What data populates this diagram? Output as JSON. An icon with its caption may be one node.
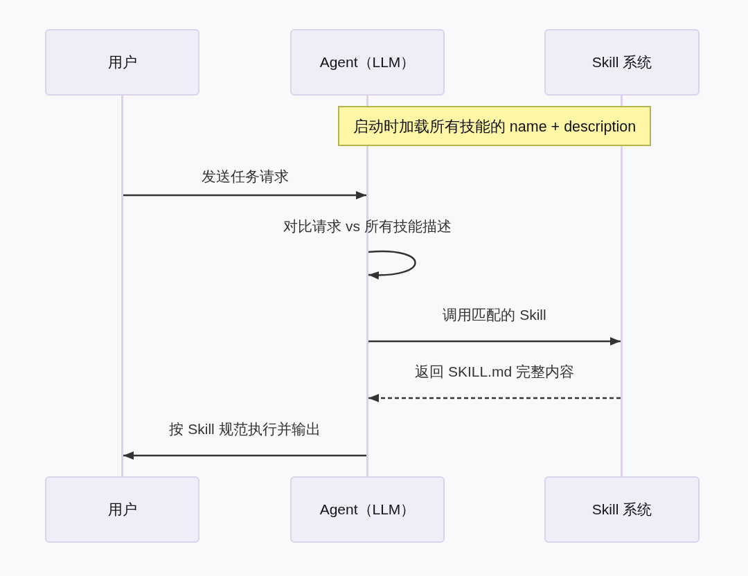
{
  "diagram": {
    "nodes": [
      {
        "text": [
          "用户"
        ]
      },
      {
        "text": [
          "Agent（LLM）"
        ]
      },
      {
        "text": [
          "Skill 系统"
        ]
      },
      {
        "text": [],
        "shape": "bar"
      },
      {
        "text": [],
        "shape": "bar"
      },
      {
        "text": [],
        "shape": "bar"
      },
      {
        "text": [
          "启动时加载所有技能的 name + description"
        ]
      },
      {
        "text": [
          "用户"
        ]
      },
      {
        "text": [
          "Agent（LLM）"
        ]
      },
      {
        "text": [
          "Skill 系统"
        ]
      }
    ],
    "edges": [
      {
        "from": 3,
        "to": 4,
        "arrow": "to",
        "label": "发送任务请求"
      },
      {
        "from": 4,
        "to": 4,
        "arrow": "to",
        "label": "对比请求 vs 所有技能描述"
      },
      {
        "from": 4,
        "to": 5,
        "arrow": "to",
        "label": "调用匹配的 Skill"
      },
      {
        "from": 5,
        "to": 4,
        "arrow": "to",
        "label": "返回 SKILL.md 完整内容",
        "style": "dashed"
      },
      {
        "from": 4,
        "to": 3,
        "arrow": "to",
        "label": "按 Skill 规范执行并输出"
      }
    ]
  }
}
